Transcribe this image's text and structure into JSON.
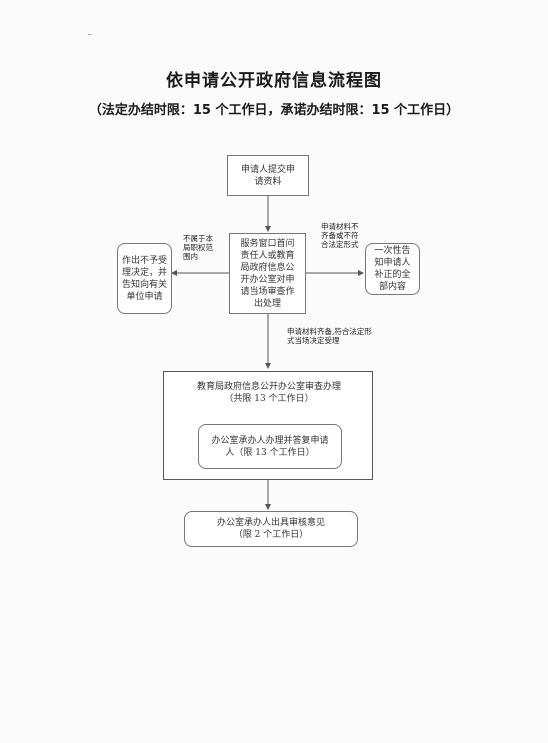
{
  "title": "依申请公开政府信息流程图",
  "subtitle": "（法定办结时限：15 个工作日，承诺办结时限：15 个工作日）",
  "flow": {
    "submit": "申请人提交申请资料",
    "service": "服务窗口首问责任人或教育局政府信息公开办公室对申请当场审查作出处理",
    "reject": "作出不予受理决定，并告知向有关单位申请",
    "reject_label": "不属于本局职权范围内",
    "supplement": "一次性告知申请人补正的全部内容",
    "supplement_label": "申请材料不齐备或不符合法定形式",
    "accept_label": "申请材料齐备,符合法定形式当场决定受理",
    "review_title": "教育局政府信息公开办公室审查办理（共限 13 个工作日）",
    "reply": "办公室承办人办理并答复申请人（限 13 个工作日）",
    "opinion": "办公室承办人出具审核意见（限 2 个工作日）"
  },
  "colors": {
    "line": "#555555",
    "box_border": "#777777"
  }
}
